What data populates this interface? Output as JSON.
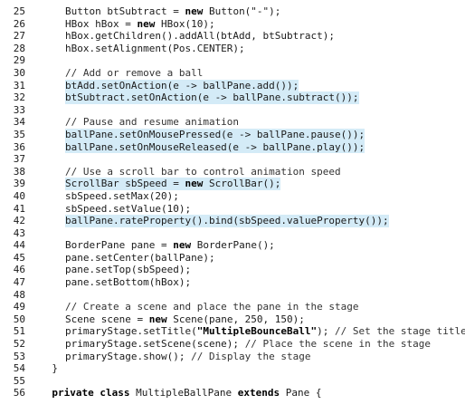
{
  "colors": {
    "highlight": "#d4ebf7",
    "text": "#1a1a1a",
    "keyword": "#000000"
  },
  "lines": [
    {
      "n": "25",
      "indent": 8,
      "hl": false,
      "tokens": [
        {
          "t": "Button btSubtract = "
        },
        {
          "t": "new",
          "c": "kw"
        },
        {
          "t": " Button(\"-\");"
        }
      ]
    },
    {
      "n": "26",
      "indent": 8,
      "hl": false,
      "tokens": [
        {
          "t": "HBox hBox = "
        },
        {
          "t": "new",
          "c": "kw"
        },
        {
          "t": " HBox(10);"
        }
      ]
    },
    {
      "n": "27",
      "indent": 8,
      "hl": false,
      "tokens": [
        {
          "t": "hBox.getChildren().addAll(btAdd, btSubtract);"
        }
      ]
    },
    {
      "n": "28",
      "indent": 8,
      "hl": false,
      "tokens": [
        {
          "t": "hBox.setAlignment(Pos.CENTER);"
        }
      ]
    },
    {
      "n": "29",
      "indent": 0,
      "hl": false,
      "tokens": []
    },
    {
      "n": "30",
      "indent": 8,
      "hl": false,
      "tokens": [
        {
          "t": "// Add or remove a ball",
          "c": "cm"
        }
      ]
    },
    {
      "n": "31",
      "indent": 8,
      "hl": true,
      "tokens": [
        {
          "t": "btAdd.setOnAction(e -> ballPane.add());"
        }
      ]
    },
    {
      "n": "32",
      "indent": 8,
      "hl": true,
      "tokens": [
        {
          "t": "btSubtract.setOnAction(e -> ballPane.subtract());"
        }
      ]
    },
    {
      "n": "33",
      "indent": 0,
      "hl": false,
      "tokens": []
    },
    {
      "n": "34",
      "indent": 8,
      "hl": false,
      "tokens": [
        {
          "t": "// Pause and resume animation",
          "c": "cm"
        }
      ]
    },
    {
      "n": "35",
      "indent": 8,
      "hl": true,
      "tokens": [
        {
          "t": "ballPane.setOnMousePressed(e -> ballPane.pause());"
        }
      ]
    },
    {
      "n": "36",
      "indent": 8,
      "hl": true,
      "tokens": [
        {
          "t": "ballPane.setOnMouseReleased(e -> ballPane.play());"
        }
      ]
    },
    {
      "n": "37",
      "indent": 0,
      "hl": false,
      "tokens": []
    },
    {
      "n": "38",
      "indent": 8,
      "hl": false,
      "tokens": [
        {
          "t": "// Use a scroll bar to control animation speed",
          "c": "cm"
        }
      ]
    },
    {
      "n": "39",
      "indent": 8,
      "hl": true,
      "tokens": [
        {
          "t": "ScrollBar sbSpeed = "
        },
        {
          "t": "new",
          "c": "kw"
        },
        {
          "t": " ScrollBar();"
        }
      ]
    },
    {
      "n": "40",
      "indent": 8,
      "hl": false,
      "tokens": [
        {
          "t": "sbSpeed.setMax(20);"
        }
      ]
    },
    {
      "n": "41",
      "indent": 8,
      "hl": false,
      "tokens": [
        {
          "t": "sbSpeed.setValue(10);"
        }
      ]
    },
    {
      "n": "42",
      "indent": 8,
      "hl": true,
      "tokens": [
        {
          "t": "ballPane.rateProperty().bind(sbSpeed.valueProperty());"
        }
      ]
    },
    {
      "n": "43",
      "indent": 0,
      "hl": false,
      "tokens": []
    },
    {
      "n": "44",
      "indent": 8,
      "hl": false,
      "tokens": [
        {
          "t": "BorderPane pane = "
        },
        {
          "t": "new",
          "c": "kw"
        },
        {
          "t": " BorderPane();"
        }
      ]
    },
    {
      "n": "45",
      "indent": 8,
      "hl": false,
      "tokens": [
        {
          "t": "pane.setCenter(ballPane);"
        }
      ]
    },
    {
      "n": "46",
      "indent": 8,
      "hl": false,
      "tokens": [
        {
          "t": "pane.setTop(sbSpeed);"
        }
      ]
    },
    {
      "n": "47",
      "indent": 8,
      "hl": false,
      "tokens": [
        {
          "t": "pane.setBottom(hBox);"
        }
      ]
    },
    {
      "n": "48",
      "indent": 0,
      "hl": false,
      "tokens": []
    },
    {
      "n": "49",
      "indent": 8,
      "hl": false,
      "tokens": [
        {
          "t": "// Create a scene and place the pane in the stage",
          "c": "cm"
        }
      ]
    },
    {
      "n": "50",
      "indent": 8,
      "hl": false,
      "tokens": [
        {
          "t": "Scene scene = "
        },
        {
          "t": "new",
          "c": "kw"
        },
        {
          "t": " Scene(pane, 250, 150);"
        }
      ]
    },
    {
      "n": "51",
      "indent": 8,
      "hl": false,
      "tokens": [
        {
          "t": "primaryStage.setTitle("
        },
        {
          "t": "\"MultipleBounceBall\"",
          "c": "bst"
        },
        {
          "t": "); "
        },
        {
          "t": "// Set the stage title",
          "c": "cm"
        }
      ]
    },
    {
      "n": "52",
      "indent": 8,
      "hl": false,
      "tokens": [
        {
          "t": "primaryStage.setScene(scene); "
        },
        {
          "t": "// Place the scene in the stage",
          "c": "cm"
        }
      ]
    },
    {
      "n": "53",
      "indent": 8,
      "hl": false,
      "tokens": [
        {
          "t": "primaryStage.show(); "
        },
        {
          "t": "// Display the stage",
          "c": "cm"
        }
      ]
    },
    {
      "n": "54",
      "indent": 4,
      "hl": false,
      "tokens": [
        {
          "t": "}"
        }
      ]
    },
    {
      "n": "55",
      "indent": 0,
      "hl": false,
      "tokens": []
    },
    {
      "n": "56",
      "indent": 4,
      "hl": false,
      "tokens": [
        {
          "t": "private class",
          "c": "kw"
        },
        {
          "t": " MultipleBallPane "
        },
        {
          "t": "extends",
          "c": "kw"
        },
        {
          "t": " Pane {"
        }
      ]
    }
  ]
}
